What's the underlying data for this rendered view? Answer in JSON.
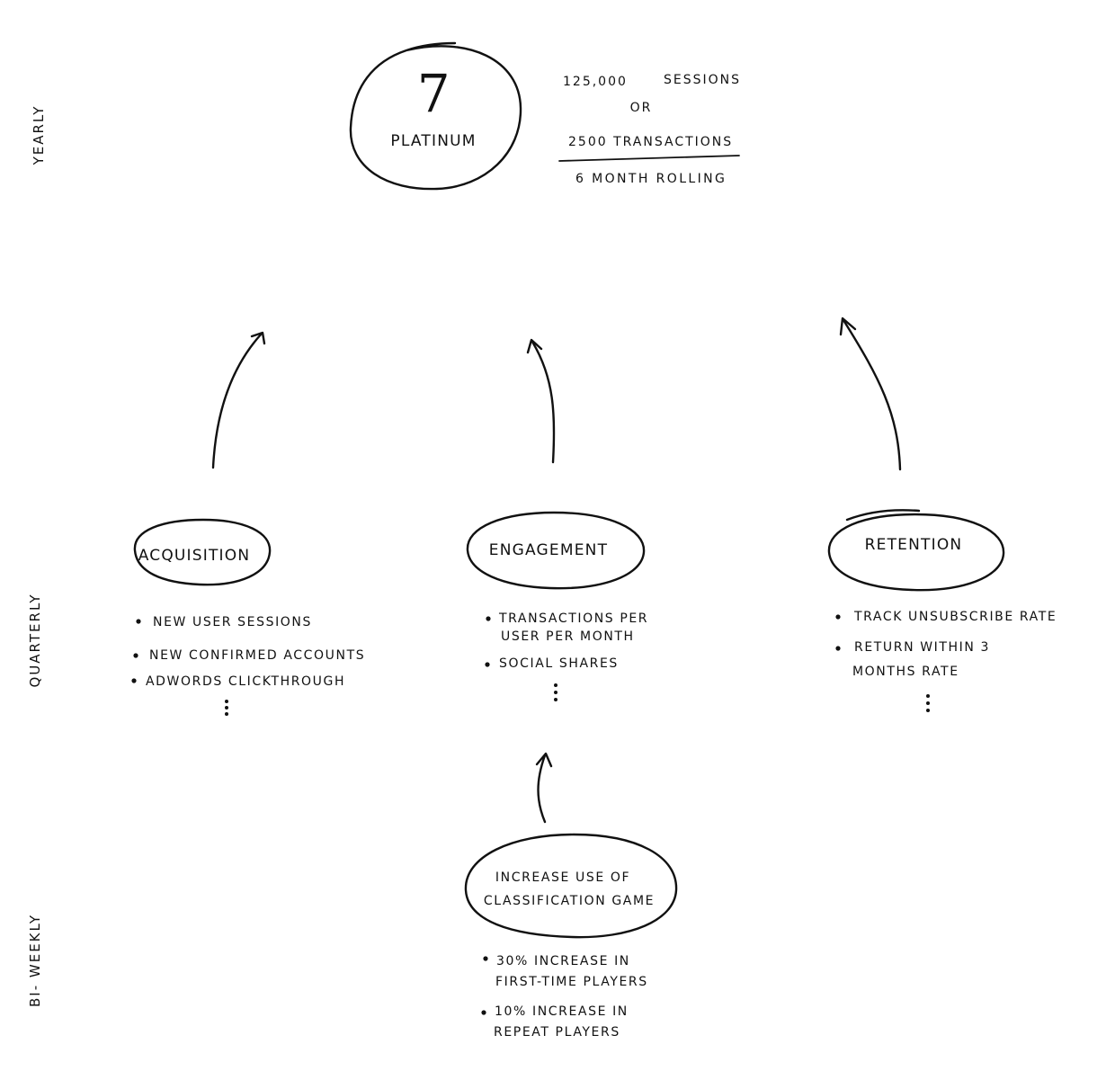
{
  "levels": {
    "yearly": "Yearly",
    "quarterly": "Quarterly",
    "biweekly": "Bi- Weekly"
  },
  "goal": {
    "number": "7",
    "label": "Platinum",
    "sessions": "125,000",
    "sessions_unit": "Sessions",
    "or": "or",
    "transactions": "2500 Transactions",
    "window": "6 Month Rolling"
  },
  "quarterly": {
    "acquisition": {
      "title": "Acquisition",
      "items": [
        "New user sessions",
        "New confirmed accounts",
        "Adwords clickthrough"
      ]
    },
    "engagement": {
      "title": "Engagement",
      "items": [
        [
          "Transactions per",
          "user per month"
        ],
        "Social shares"
      ]
    },
    "retention": {
      "title": "Retention",
      "items": [
        "Track unsubscribe rate",
        [
          "Return within 3",
          "months rate"
        ]
      ]
    }
  },
  "biweekly": {
    "title": [
      "Increase use of",
      "classification game"
    ],
    "items": [
      [
        "30% increase in",
        "first-time players"
      ],
      [
        "10% increase in",
        "repeat players"
      ]
    ]
  }
}
